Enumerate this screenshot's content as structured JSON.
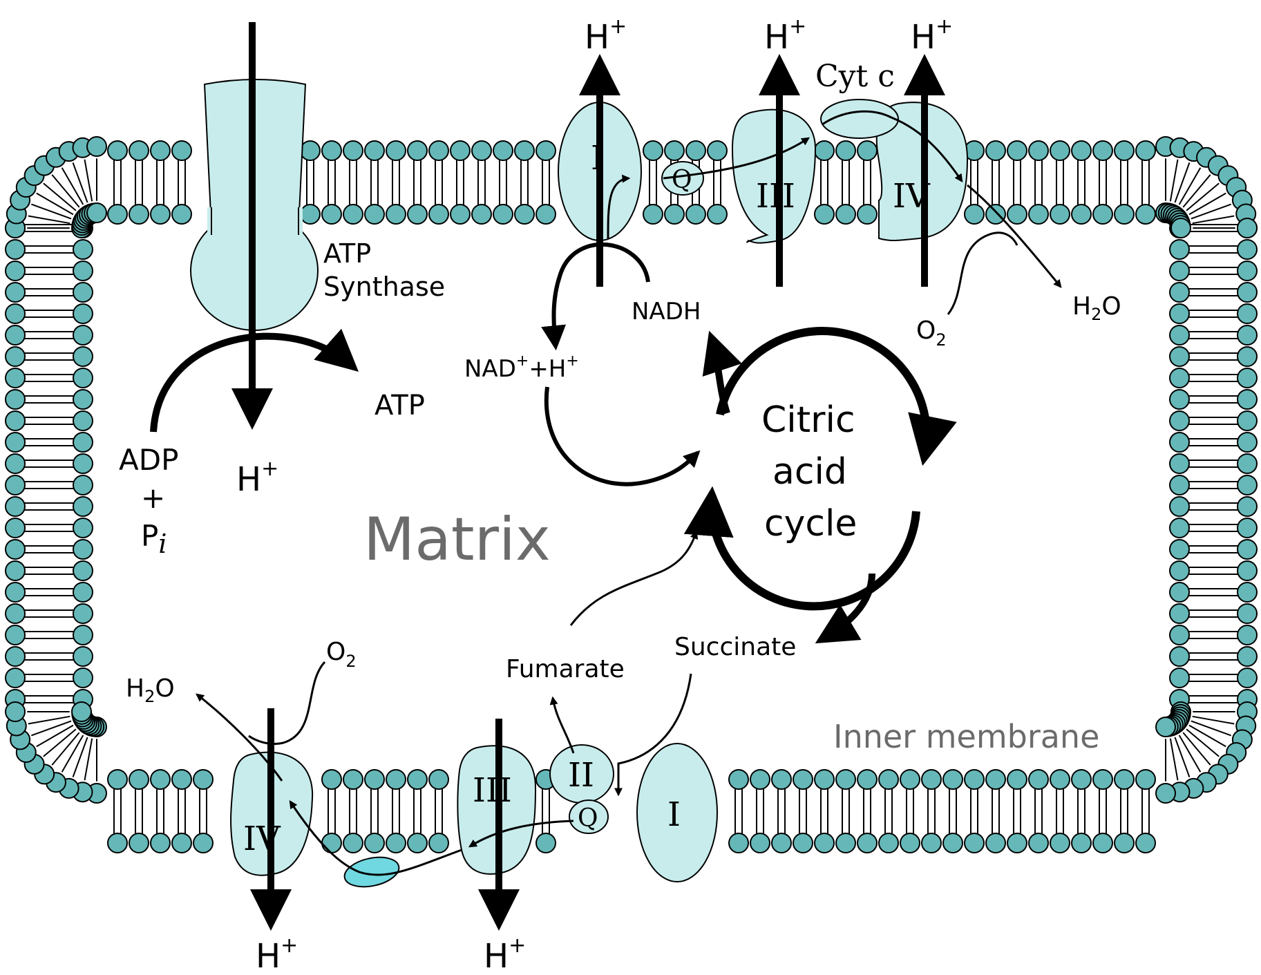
{
  "colors": {
    "protein_fill": "#c8ecec",
    "protein_stroke": "#000000",
    "lipid_head": "#66b8b8",
    "ubiquinone_fill": "#c8ecec",
    "cytc_low_fill": "#70d8e0",
    "ink": "#000000",
    "muted_text": "#6b6b6b"
  },
  "labels": {
    "atp_synthase_line1": "ATP",
    "atp_synthase_line2": "Synthase",
    "atp": "ATP",
    "adp": "ADP",
    "plus": "+",
    "p": "P",
    "i_sub": "i",
    "h": "H",
    "plus_sup": "+",
    "two_sub": "2",
    "nadh": "NADH",
    "nad": "NAD",
    "plus_h": "+H",
    "h2o_h": "H",
    "h2o_o": "O",
    "o": "O",
    "cytc": "Cyt c",
    "q": "Q",
    "complex_I": "I",
    "complex_II": "II",
    "complex_III": "III",
    "complex_IV": "IV",
    "citric_line1": "Citric",
    "citric_line2": "acid",
    "citric_line3": "cycle",
    "matrix": "Matrix",
    "fumarate": "Fumarate",
    "succinate": "Succinate",
    "inner_membrane": "Inner membrane"
  }
}
